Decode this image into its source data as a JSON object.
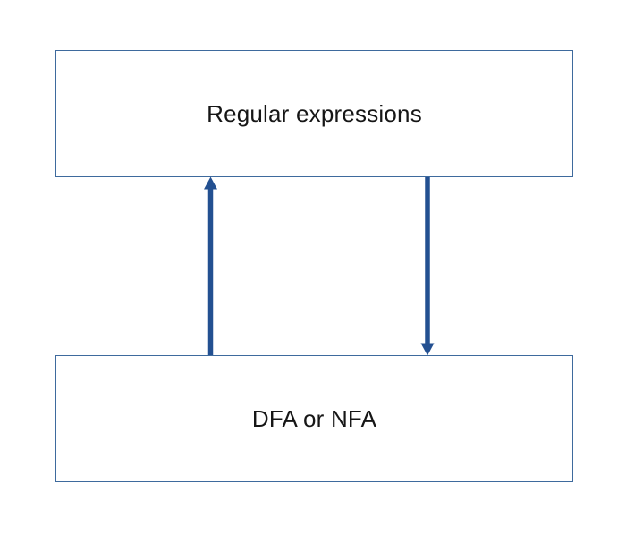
{
  "diagram": {
    "title": "",
    "nodes": [
      {
        "id": "regular-expressions",
        "label": "Regular expressions"
      },
      {
        "id": "dfa-or-nfa",
        "label": "DFA or NFA"
      }
    ],
    "edges": [
      {
        "from": "dfa-or-nfa",
        "to": "regular-expressions",
        "direction": "up",
        "style": "solid-arrow"
      },
      {
        "from": "regular-expressions",
        "to": "dfa-or-nfa",
        "direction": "down",
        "style": "solid-arrow"
      }
    ],
    "colors": {
      "background": "#ffffff",
      "box_fill": "#ffffff",
      "box_border": "#3E6A9D",
      "arrow": "#235091",
      "text": "#161616"
    }
  }
}
